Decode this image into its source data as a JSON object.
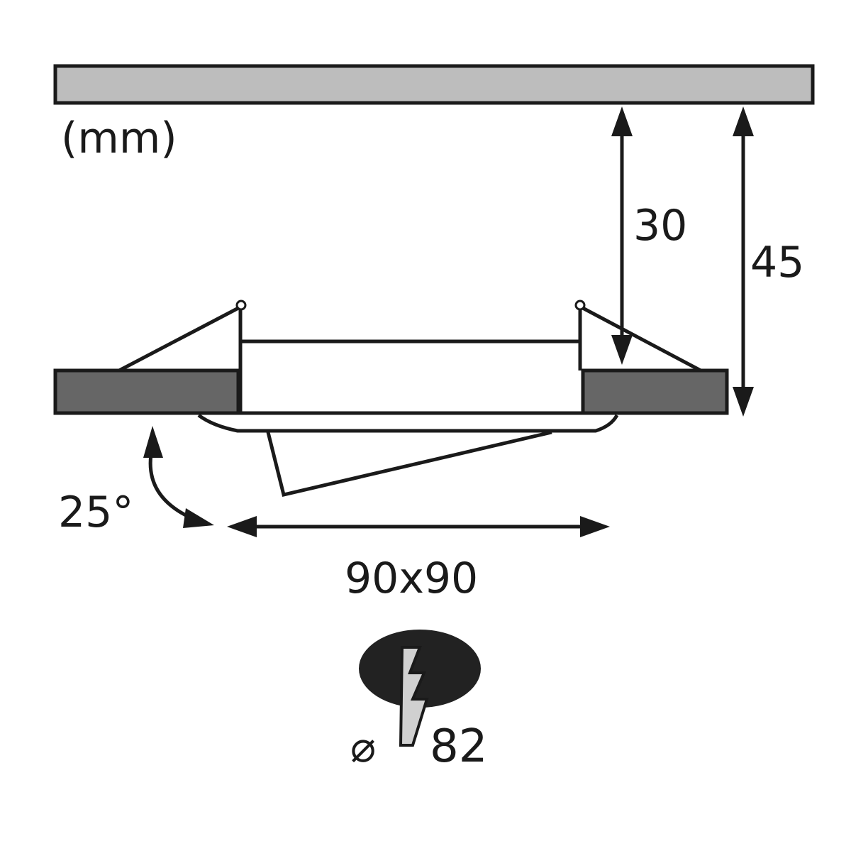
{
  "units_label": "(mm)",
  "dimensions": {
    "recess_depth": "30",
    "total_depth": "45",
    "tilt_angle": "25°",
    "outer_size": "90x90"
  },
  "cutout": {
    "diameter_symbol": "⌀",
    "diameter_value": "82"
  },
  "colors": {
    "ceiling": "#bdbdbd",
    "ceiling_block": "#666666",
    "line": "#1a1a1a",
    "cutout_fill": "#222222",
    "saw_fill": "#d0d0d0"
  }
}
